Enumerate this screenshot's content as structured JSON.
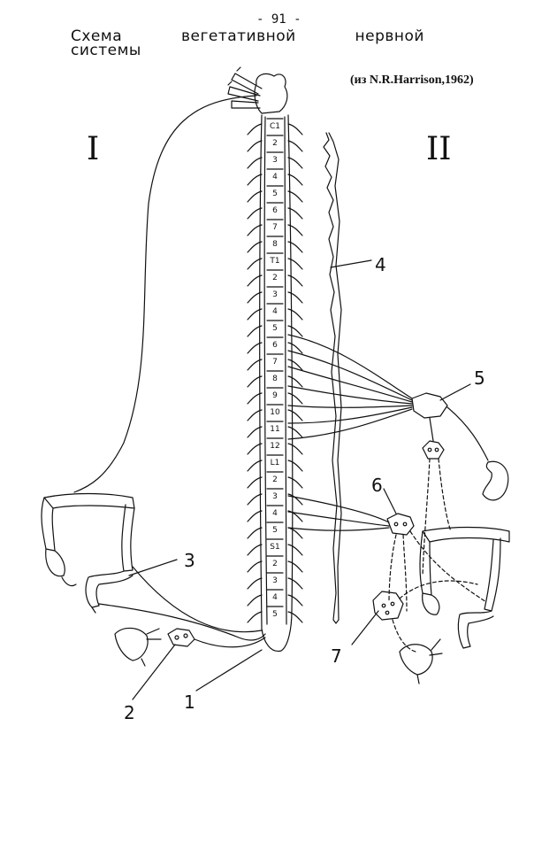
{
  "page_number": "- 91 -",
  "title": {
    "line1_words": [
      "Схема",
      "вегетативной",
      "нервной"
    ],
    "line2": "системы"
  },
  "source": "(из N.R.Harrison,1962)",
  "roman": {
    "left": "I",
    "right": "II"
  },
  "segments": [
    "C1",
    "2",
    "3",
    "4",
    "5",
    "6",
    "7",
    "8",
    "T1",
    "2",
    "3",
    "4",
    "5",
    "6",
    "7",
    "8",
    "9",
    "10",
    "11",
    "12",
    "L1",
    "2",
    "3",
    "4",
    "5",
    "S1",
    "2",
    "3",
    "4",
    "5"
  ],
  "labels": {
    "n1": "1",
    "n2": "2",
    "n3": "3",
    "n4": "4",
    "n5": "5",
    "n6": "6",
    "n7": "7"
  }
}
